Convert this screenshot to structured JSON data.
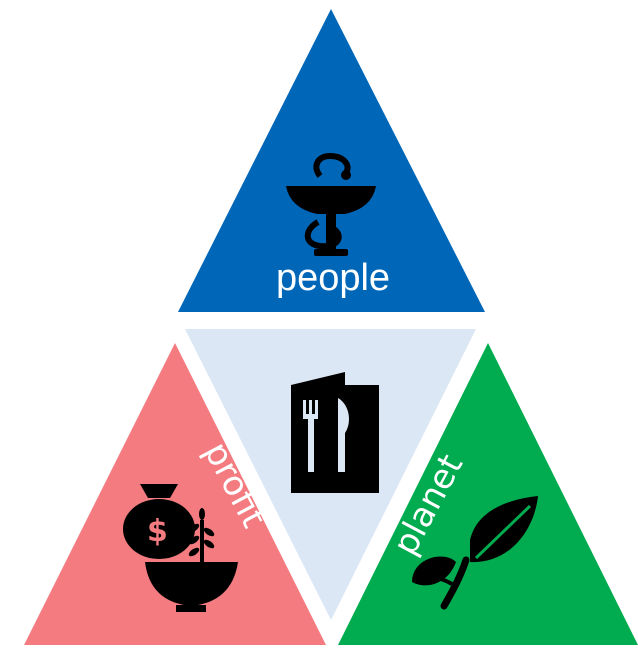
{
  "diagram": {
    "segments": [
      {
        "key": "people",
        "label": "people",
        "icon": "bowl-of-hygieia-icon",
        "color": "#0066b8"
      },
      {
        "key": "profit",
        "label": "profit",
        "icon": "money-bag-and-grain-bowl-icon",
        "color": "#f47c80"
      },
      {
        "key": "planet",
        "label": "planet",
        "icon": "leaf-sprout-icon",
        "color": "#00ac4f"
      },
      {
        "key": "center",
        "label": "",
        "icon": "menu-card-fork-knife-icon",
        "color": "#dbe7f4"
      }
    ]
  }
}
